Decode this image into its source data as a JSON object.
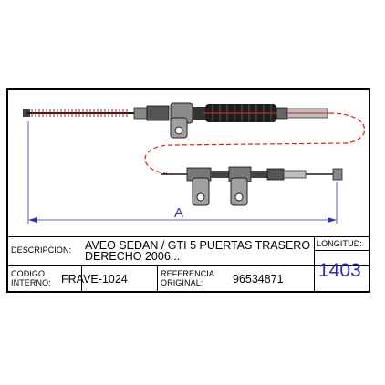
{
  "drawing": {
    "dimension_label": "A",
    "colors": {
      "cable": "#1a1a1a",
      "casing": "#222222",
      "metal": "#9a9a9a",
      "dim_line": "#3333aa",
      "guide": "#d22020"
    }
  },
  "table": {
    "descripcion_label": "DESCRIPCION:",
    "descripcion_line1": "AVEO SEDAN / GTI 5 PUERTAS TRASERO",
    "descripcion_line2": "DERECHO 2006...",
    "longitud_label": "LONGITUD:",
    "longitud_value": "1403",
    "codigo_label_1": "CODIGO",
    "codigo_label_2": "INTERNO:",
    "codigo_value": "FRAVE-1024",
    "referencia_label_1": "REFERENCIA",
    "referencia_label_2": "ORIGINAL:",
    "referencia_value": "96534871"
  }
}
